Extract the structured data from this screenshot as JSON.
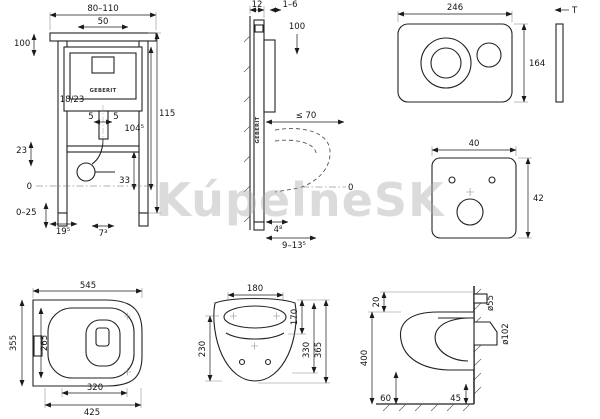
{
  "watermark": "KúpelneSK",
  "frame_front": {
    "width_top": "80–110",
    "inner_width": "50",
    "top_left_height": "100",
    "cistern_note": "18/23",
    "offset_left": "5",
    "offset_right": "5",
    "total_height": "115",
    "flush_height": "104⁵",
    "outlet_height": "33",
    "side_height": "23",
    "zero_level": "0",
    "feet_range": "0–25",
    "bottom_left": "19⁵",
    "bottom_right": "7³",
    "brand": "GEBERIT"
  },
  "frame_side": {
    "depth": "12",
    "wall_gap": "1–6",
    "top_height": "100",
    "max_depth": "≤ 70",
    "zero_level": "0",
    "outlet_offset": "4⁸",
    "outlet_range": "9–13⁵",
    "brand": "GEBERIT"
  },
  "flush_plate": {
    "width": "246",
    "height": "164",
    "thickness": "T"
  },
  "insulation_pad": {
    "width": "40",
    "height": "42"
  },
  "toilet_side": {
    "length": "545",
    "height": "355",
    "seat_height": "265",
    "mount_width": "320",
    "depth": "425"
  },
  "toilet_front": {
    "top_width": "180",
    "right_upper": "170",
    "left_height": "230",
    "right_mid": "330",
    "right_outer": "365"
  },
  "toilet_wall": {
    "top_gap": "20",
    "height": "400",
    "bottom_left": "60",
    "bottom_right": "45",
    "flush_pipe": "ø55",
    "outlet_pipe": "ø102"
  }
}
